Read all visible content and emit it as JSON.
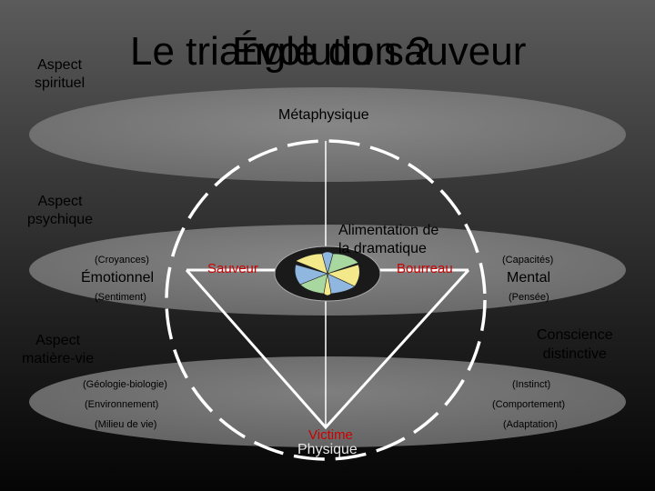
{
  "title_overlay_1": "Le triangle du sauveur",
  "title_overlay_2": "Évolution ?",
  "aspects": {
    "spiritual": "Aspect\nspirituel",
    "psychic": "Aspect\npsychique",
    "matter_life": "Aspect\nmatière-vie"
  },
  "levels": {
    "metaphysique": "Métaphysique",
    "physique": "Physique"
  },
  "left_labels": {
    "croyances": "(Croyances)",
    "emotionnel": "Émotionnel",
    "sentiment": "(Sentiment)",
    "geologie": "(Géologie-biologie)",
    "environnement": "(Environnement)",
    "milieu": "(Milieu de vie)"
  },
  "right_labels": {
    "capacites": "(Capacités)",
    "mental": "Mental",
    "pensee": "(Pensée)",
    "conscience": "Conscience\ndistinctive",
    "instinct": "(Instinct)",
    "comportement": "(Comportement)",
    "adaptation": "(Adaptation)"
  },
  "triangle": {
    "alimentation": "Alimentation   de\nla dramatique",
    "sauveur": "Sauveur",
    "bourreau": "Bourreau",
    "victime": "Victime"
  },
  "colors": {
    "ellipse_fill": "#7a7a7a",
    "ring_dash": "#ffffff",
    "triangle_line": "#ffffff",
    "role_red": "#cc0000",
    "pinwheel_yellow": "#f3e98a",
    "pinwheel_blue": "#8fb7e0",
    "pinwheel_green": "#a9d7a0"
  }
}
